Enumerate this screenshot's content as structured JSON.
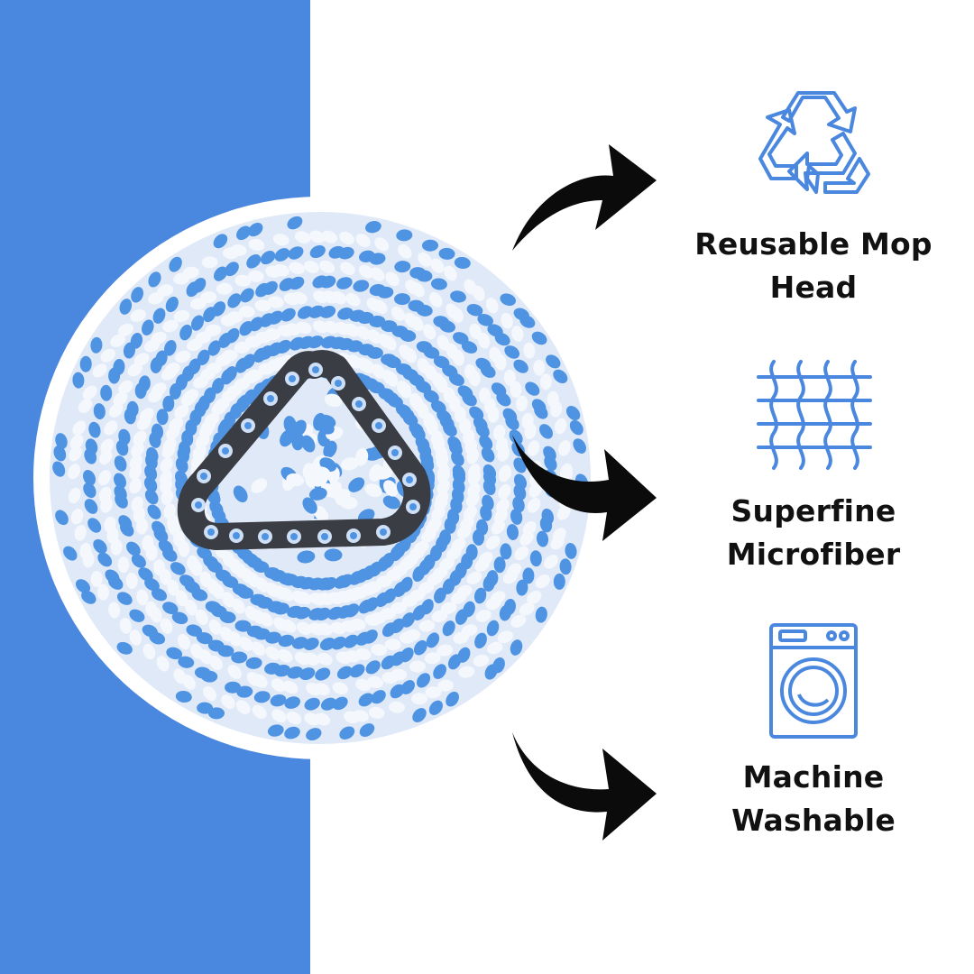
{
  "colors": {
    "band": "#4a87df",
    "icon_stroke": "#4a87df",
    "mop_blue": "#4f93e3",
    "mop_white": "#f4f7fc",
    "hub": "#3a3d44",
    "arrow": "#0b0b0b",
    "text": "#111111"
  },
  "product": {
    "image": "mop-head"
  },
  "features": [
    {
      "icon": "recycle-icon",
      "lines": [
        "Reusable Mop",
        "Head"
      ]
    },
    {
      "icon": "woven-fabric-icon",
      "lines": [
        "Superfine",
        "Microfiber"
      ]
    },
    {
      "icon": "washing-machine-icon",
      "lines": [
        "Machine",
        "Washable"
      ]
    }
  ]
}
